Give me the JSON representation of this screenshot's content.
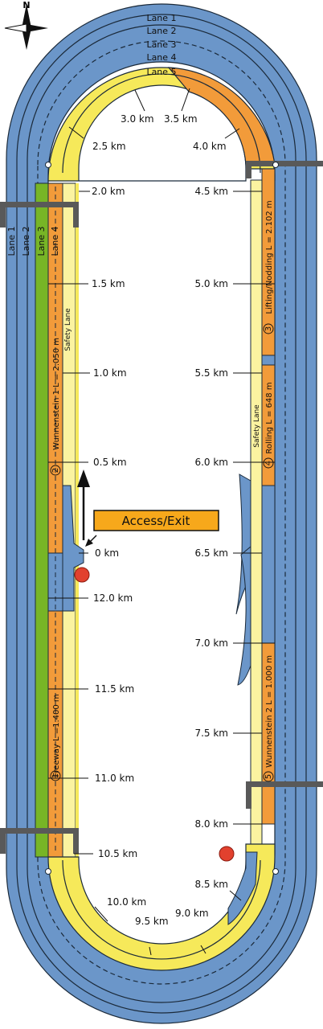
{
  "compass": {
    "label": "N"
  },
  "lanes": [
    "Lane 1",
    "Lane 2",
    "Lane 3",
    "Lane 4",
    "Lane 5"
  ],
  "side_lanes": [
    "Lane 1",
    "Lane 2",
    "Lane 3",
    "Lane 4"
  ],
  "safety_lane": "Safety Lane",
  "access_exit": "Access/Exit",
  "sections": {
    "freeway": "Freeway L =1.400 m",
    "wunnenstein1": "Wunnenstein 1  L = 2.050 m",
    "lifting": "Lifting/Nodding L = 2.102 m",
    "rolling": "Rolling  L = 648 m",
    "wunnenstein2": "Wunnenstein 2 L = 1.000 m"
  },
  "section_numbers": {
    "freeway": "1",
    "wunnenstein1": "2",
    "lifting": "3",
    "rolling": "4",
    "wunnenstein2": "5"
  },
  "km_left": [
    "2.0 km",
    "1.5 km",
    "1.0 km",
    "0.5 km",
    "0 km",
    "12.0 km",
    "11.5 km",
    "11.0 km",
    "10.5 km"
  ],
  "km_right": [
    "4.5 km",
    "5.0 km",
    "5.5 km",
    "6.0 km",
    "6.5 km",
    "7.0 km",
    "7.5 km",
    "8.0 km",
    "8.5 km"
  ],
  "km_top": [
    "2.5 km",
    "3.0 km",
    "3.5 km",
    "4.0 km"
  ],
  "km_bottom": [
    "10.0 km",
    "9.5 km",
    "9.0 km"
  ],
  "colors": {
    "blue": "#6b96c9",
    "yellow": "#f6e95a",
    "light_yellow": "#fbf3a0",
    "orange": "#f29b3a",
    "green": "#77b526",
    "red": "#e2412e",
    "gray": "#595959"
  }
}
